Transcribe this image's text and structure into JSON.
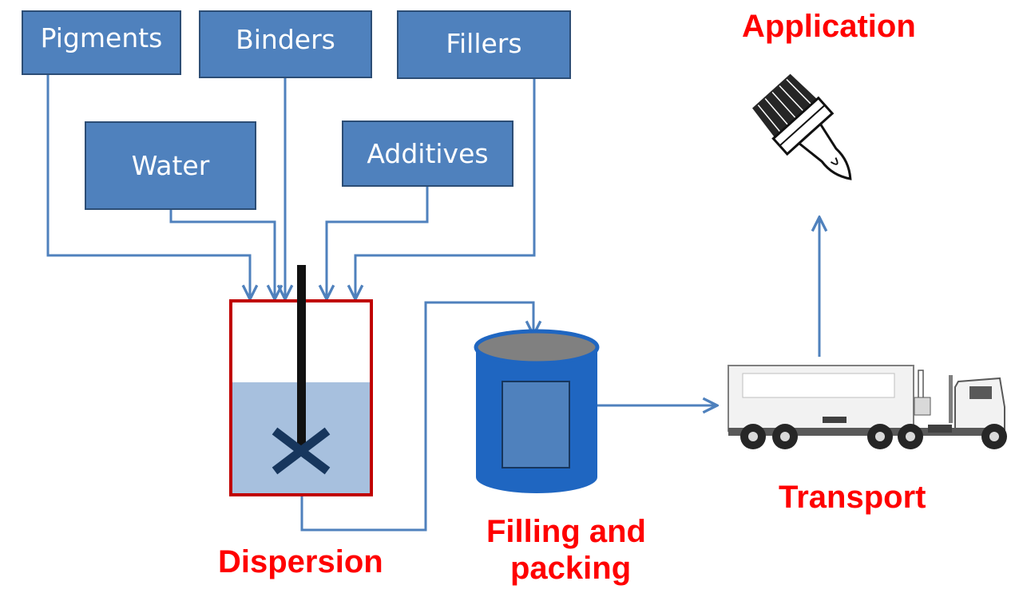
{
  "inputs": {
    "pigments": "Pigments",
    "binders": "Binders",
    "fillers": "Fillers",
    "water": "Water",
    "additives": "Additives"
  },
  "stages": {
    "dispersion": "Dispersion",
    "filling_line1": "Filling and",
    "filling_line2": "packing",
    "transport": "Transport",
    "application": "Application"
  },
  "colors": {
    "box_fill": "#4f81bd",
    "arrow": "#4f81bd",
    "stage_label": "#ff0000",
    "tank_outline": "#c00000",
    "liquid": "#a7c0de",
    "drum": "#1f66c1"
  },
  "icons": [
    "mixing-tank-icon",
    "drum-icon",
    "truck-icon",
    "paintbrush-icon"
  ]
}
